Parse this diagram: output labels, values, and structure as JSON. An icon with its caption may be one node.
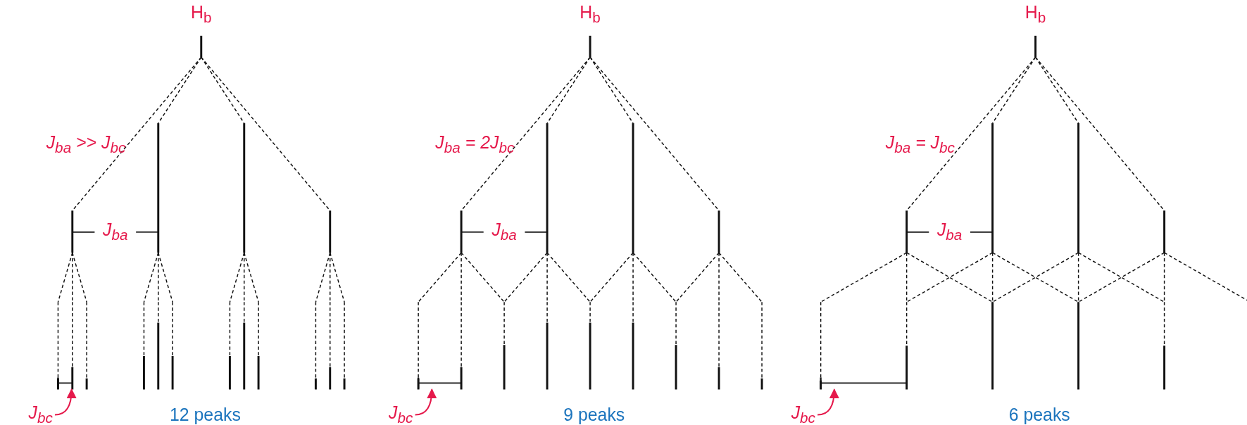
{
  "diagram": {
    "nodes": [
      {
        "text": [
          "J$_{bc}$"
        ]
      },
      {
        "text": [
          "J$_{bc}$"
        ]
      },
      {
        "text": [
          "J$_{bc}$"
        ]
      }
    ],
    "edges": [
      {
        "from": 0,
        "to": null,
        "arrow": "to"
      },
      {
        "from": 1,
        "to": null,
        "arrow": "to"
      },
      {
        "from": 2,
        "to": null,
        "arrow": "to"
      }
    ],
    "labels": [
      "H$_{b}$",
      "J$_{ba}$ >> J$_{bc}$",
      "J$_{ba}$",
      "12 peaks",
      "H$_{b}$",
      "J$_{ba}$ = 2J$_{bc}$",
      "J$_{ba}$",
      "9 peaks",
      "H$_{b}$",
      "J$_{ba}$ = J$_{bc}$",
      "J$_{ba}$",
      "6 peaks"
    ]
  }
}
